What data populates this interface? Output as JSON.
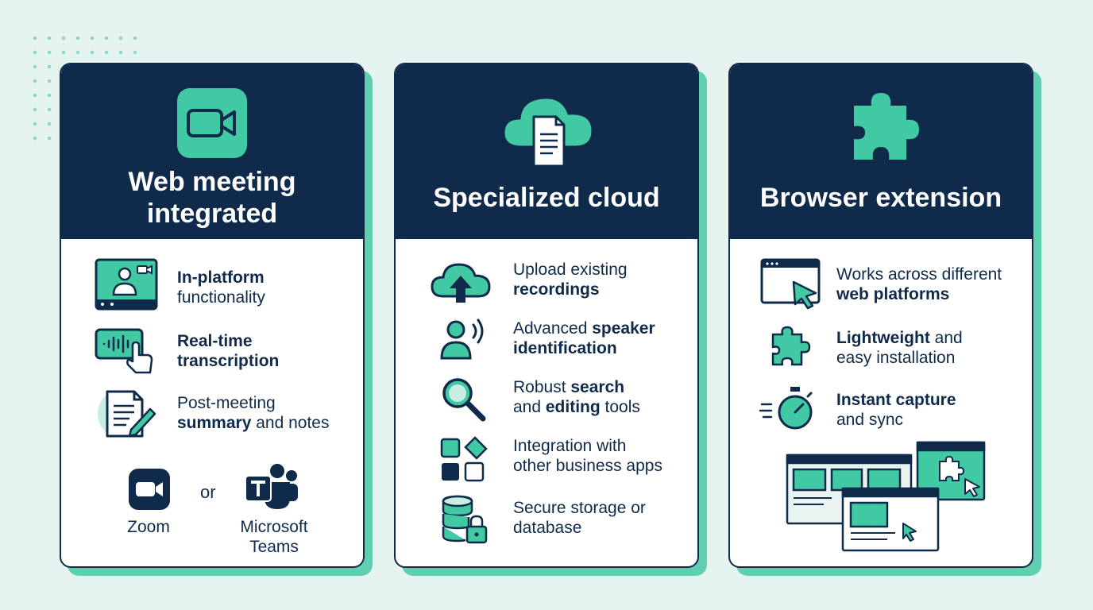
{
  "colors": {
    "navy": "#0f2a4a",
    "teal": "#40c9a2",
    "shadow": "#5fcfb0",
    "bg": "#e6f4f1"
  },
  "cards": [
    {
      "title_line1": "Web meeting",
      "title_line2": "integrated",
      "head_icon": "video-camera-icon",
      "features": [
        {
          "icon": "video-call-icon",
          "strong1": "In-platform",
          "plain1": "",
          "line2_plain": "functionality",
          "line2_strong": ""
        },
        {
          "icon": "audio-wave-tap-icon",
          "strong1": "Real-time",
          "plain1": "",
          "line2_plain": "",
          "line2_strong": "transcription"
        },
        {
          "icon": "document-pen-icon",
          "plain1": "Post-meeting",
          "strong1": "",
          "line2_strong": "summary",
          "line2_plain": " and notes"
        }
      ],
      "platforms": {
        "left": "Zoom",
        "or": "or",
        "right_line1": "Microsoft",
        "right_line2": "Teams"
      }
    },
    {
      "title": "Specialized cloud",
      "head_icon": "cloud-document-icon",
      "features": [
        {
          "icon": "cloud-upload-icon",
          "a": "Upload existing",
          "b_strong": "recordings",
          "b_plain": ""
        },
        {
          "icon": "speaker-identification-icon",
          "a": "Advanced ",
          "a_strong": "speaker",
          "b_strong": "identification",
          "b_plain": ""
        },
        {
          "icon": "magnifier-icon",
          "a": "Robust ",
          "a_strong": "search",
          "b_plain_pre": "and ",
          "b_strong": "editing",
          "b_plain": " tools"
        },
        {
          "icon": "app-integration-icon",
          "a": "Integration with",
          "b_plain": "other business apps"
        },
        {
          "icon": "database-lock-icon",
          "a": "Secure storage or",
          "b_plain": "database"
        }
      ]
    },
    {
      "title": "Browser extension",
      "head_icon": "puzzle-piece-icon",
      "features": [
        {
          "icon": "browser-cursor-icon",
          "a": "Works across different",
          "b_strong": "web platforms"
        },
        {
          "icon": "small-puzzle-icon",
          "a_strong": "Lightweight",
          "a": " and",
          "b_plain": "easy installation"
        },
        {
          "icon": "stopwatch-icon",
          "a_strong": "Instant capture",
          "b_plain": "and sync"
        }
      ]
    }
  ]
}
